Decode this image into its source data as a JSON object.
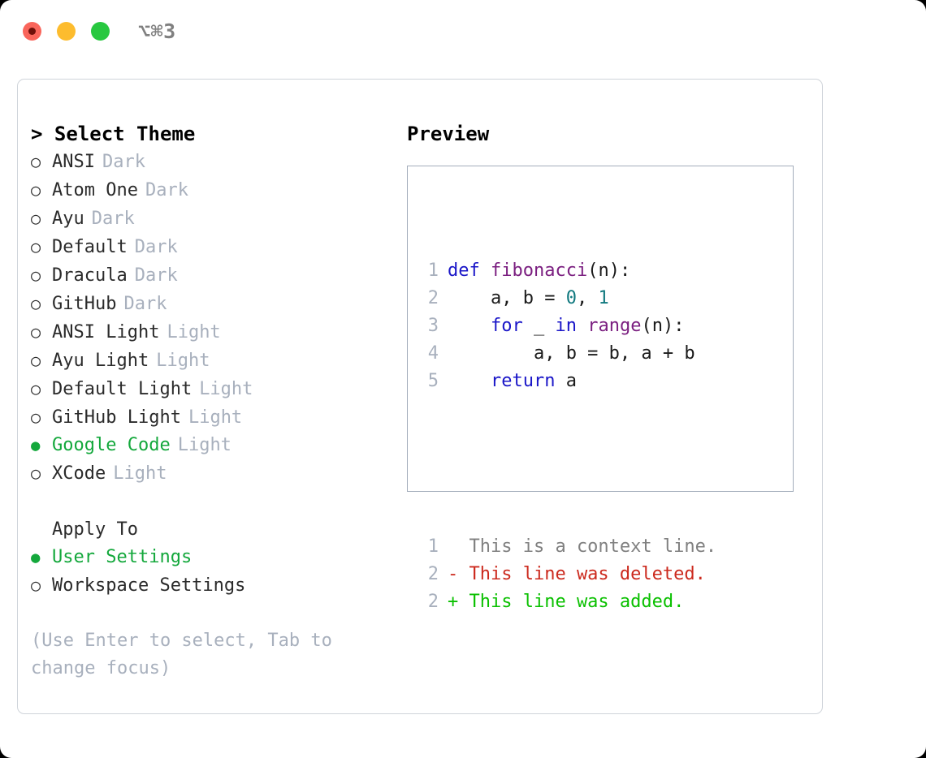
{
  "window": {
    "shortcut": "⌥⌘3",
    "traffic_lights": [
      {
        "name": "close-button",
        "color": "#f9655b"
      },
      {
        "name": "minimize-button",
        "color": "#fdbc2e"
      },
      {
        "name": "maximize-button",
        "color": "#28c840"
      }
    ]
  },
  "theme_picker": {
    "title": "> Select Theme",
    "selected_bullet": "●",
    "unselected_bullet": "○",
    "items": [
      {
        "bullet": "○",
        "name": "ANSI",
        "category": "Dark",
        "selected": false
      },
      {
        "bullet": "○",
        "name": "Atom One",
        "category": "Dark",
        "selected": false
      },
      {
        "bullet": "○",
        "name": "Ayu",
        "category": "Dark",
        "selected": false
      },
      {
        "bullet": "○",
        "name": "Default",
        "category": "Dark",
        "selected": false
      },
      {
        "bullet": "○",
        "name": "Dracula",
        "category": "Dark",
        "selected": false
      },
      {
        "bullet": "○",
        "name": "GitHub",
        "category": "Dark",
        "selected": false
      },
      {
        "bullet": "○",
        "name": "ANSI Light",
        "category": "Light",
        "selected": false
      },
      {
        "bullet": "○",
        "name": "Ayu Light",
        "category": "Light",
        "selected": false
      },
      {
        "bullet": "○",
        "name": "Default Light",
        "category": "Light",
        "selected": false
      },
      {
        "bullet": "○",
        "name": "GitHub Light",
        "category": "Light",
        "selected": false
      },
      {
        "bullet": "●",
        "name": "Google Code",
        "category": "Light",
        "selected": true
      },
      {
        "bullet": "○",
        "name": "XCode",
        "category": "Light",
        "selected": false
      }
    ]
  },
  "apply_to": {
    "title": "Apply To",
    "items": [
      {
        "bullet": "●",
        "name": "User Settings",
        "selected": true
      },
      {
        "bullet": "○",
        "name": "Workspace Settings",
        "selected": false
      }
    ]
  },
  "hint": "(Use Enter to select, Tab to change focus)",
  "preview": {
    "title": "Preview",
    "code_lines": [
      {
        "no": "1",
        "tokens": [
          {
            "t": "def ",
            "c": "kw"
          },
          {
            "t": "fibonacci",
            "c": "fn"
          },
          {
            "t": "(n):",
            "c": "pln"
          }
        ]
      },
      {
        "no": "2",
        "tokens": [
          {
            "t": "    a, b = ",
            "c": "pln"
          },
          {
            "t": "0",
            "c": "num"
          },
          {
            "t": ", ",
            "c": "pln"
          },
          {
            "t": "1",
            "c": "num"
          }
        ]
      },
      {
        "no": "3",
        "tokens": [
          {
            "t": "    ",
            "c": "pln"
          },
          {
            "t": "for ",
            "c": "kw"
          },
          {
            "t": "_ ",
            "c": "pln"
          },
          {
            "t": "in ",
            "c": "kw"
          },
          {
            "t": "range",
            "c": "fn"
          },
          {
            "t": "(n):",
            "c": "pln"
          }
        ]
      },
      {
        "no": "4",
        "tokens": [
          {
            "t": "        a, b = b, a + b",
            "c": "pln"
          }
        ]
      },
      {
        "no": "5",
        "tokens": [
          {
            "t": "    ",
            "c": "pln"
          },
          {
            "t": "return ",
            "c": "kw"
          },
          {
            "t": "a",
            "c": "pln"
          }
        ]
      }
    ],
    "diff_lines": [
      {
        "no": "1",
        "tokens": [
          {
            "t": "  This is a context line.",
            "c": "ctx"
          }
        ]
      },
      {
        "no": "2",
        "tokens": [
          {
            "t": "- This line was deleted.",
            "c": "del"
          }
        ]
      },
      {
        "no": "2",
        "tokens": [
          {
            "t": "+ This line was added.",
            "c": "add"
          }
        ]
      }
    ]
  },
  "colors": {
    "accent_green": "#14a83c",
    "muted": "#a8b0bd",
    "keyword": "#1a16c8",
    "function": "#7b1f80",
    "number": "#11797f",
    "deleted": "#cc2a1e",
    "added": "#0ac000",
    "panel_border": "#cfd4da",
    "preview_border": "#a3adbb"
  }
}
